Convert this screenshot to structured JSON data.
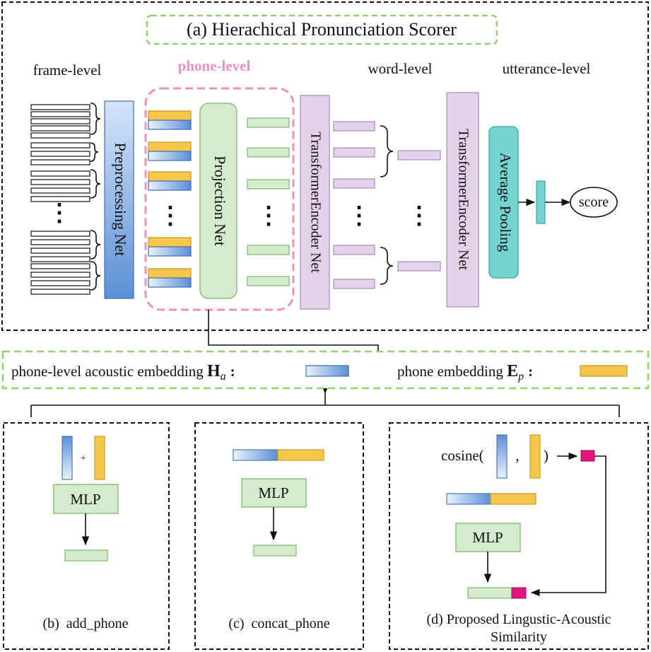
{
  "title": "(a) Hierachical Pronunciation Scorer",
  "levels": {
    "frame": "frame-level",
    "phone": "phone-level",
    "word": "word-level",
    "utterance": "utterance-level"
  },
  "modules": {
    "preprocessing": "Preprocessing Net",
    "projection": "Projection Net",
    "encoder_word": "TransformerEncoder Net",
    "encoder_utt": "TransformerEncoder Net",
    "pooling": "Average Pooling",
    "score": "score"
  },
  "legend": {
    "acoustic_label": "phone-level acoustic embedding",
    "acoustic_symbol": "H",
    "acoustic_sub": "a",
    "phone_label": "phone embedding",
    "phone_symbol": "E",
    "phone_sub": "p",
    "colon": ":"
  },
  "variants": {
    "b": {
      "caption": "(b)  add_phone",
      "plus": "+",
      "mlp": "MLP"
    },
    "c": {
      "caption": "(c)  concat_phone",
      "mlp": "MLP"
    },
    "d": {
      "caption_line1": "(d) Proposed Lingustic-Acoustic",
      "caption_line2": "Similarity",
      "cosine_open": "cosine(",
      "comma": ",",
      "cosine_close": ")",
      "mlp": "MLP"
    }
  },
  "ellipsis": "⋮",
  "colors": {
    "acoustic_blue": "#5b8fd6",
    "phone_yellow": "#f5c84c",
    "mlp_green": "#d5ebcd",
    "encoder_purple": "#e2d3ea",
    "pooling_teal": "#76d4d0",
    "similarity_magenta": "#e0157f",
    "phone_level_pink": "#ee8fbf",
    "title_dash_green": "#8fd46b"
  }
}
